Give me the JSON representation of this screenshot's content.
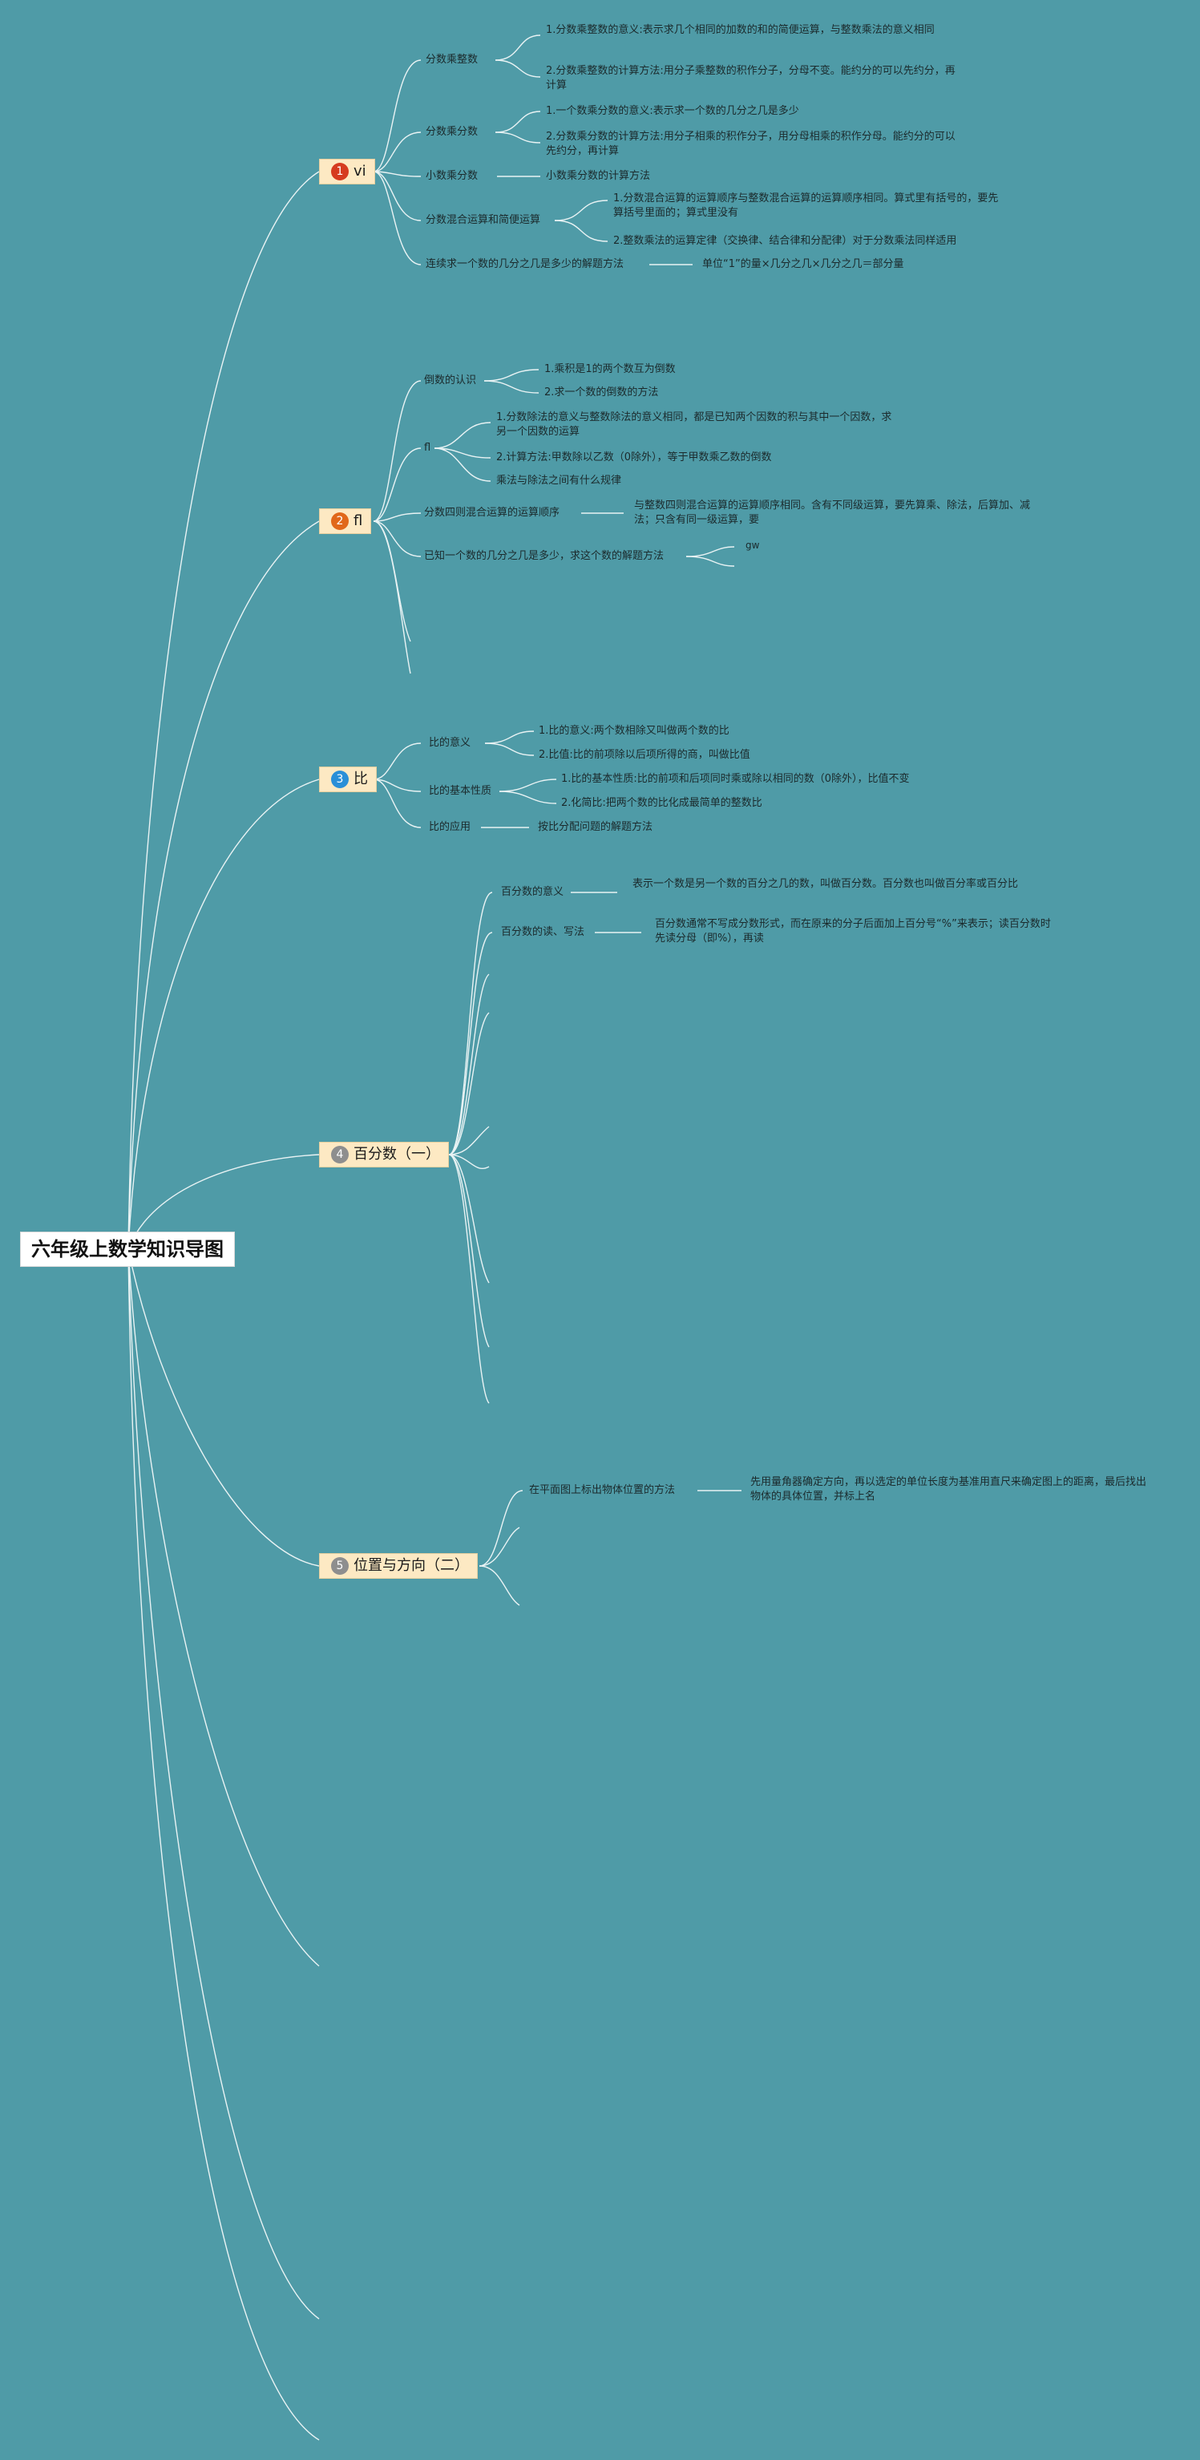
{
  "root": "六年级上数学知识导图",
  "categories": [
    {
      "num": "1",
      "label": "vi",
      "color": "#d63b1f",
      "topics": [
        {
          "label": "分数乘整数",
          "items": [
            "1.分数乘整数的意义:表示求几个相同的加数的和的简便运算，与整数乘法的意义相同",
            "2.分数乘整数的计算方法:用分子乘整数的积作分子，分母不变。能约分的可以先约分，再计算"
          ]
        },
        {
          "label": "分数乘分数",
          "items": [
            "1.一个数乘分数的意义:表示求一个数的几分之几是多少",
            "2.分数乘分数的计算方法:用分子相乘的积作分子，用分母相乘的积作分母。能约分的可以先约分，再计算"
          ]
        },
        {
          "label": "小数乘分数",
          "items": [
            "小数乘分数的计算方法"
          ]
        },
        {
          "label": "分数混合运算和简便运算",
          "items": [
            "1.分数混合运算的运算顺序与整数混合运算的运算顺序相同。算式里有括号的，要先算括号里面的；算式里没有",
            "2.整数乘法的运算定律（交换律、结合律和分配律）对于分数乘法同样适用"
          ]
        },
        {
          "label": "连续求一个数的几分之几是多少的解题方法",
          "items": [
            "单位“1”的量×几分之几×几分之几＝部分量"
          ]
        }
      ]
    },
    {
      "num": "2",
      "label": "fl",
      "color": "#e1681a",
      "topics": [
        {
          "label": "倒数的认识",
          "items": [
            "1.乘积是1的两个数互为倒数",
            "2.求一个数的倒数的方法"
          ]
        },
        {
          "label": "fl",
          "items": [
            "1.分数除法的意义与整数除法的意义相同，都是已知两个因数的积与其中一个因数，求另一个因数的运算",
            "2.计算方法:甲数除以乙数（0除外），等于甲数乘乙数的倒数",
            "乘法与除法之间有什么规律"
          ]
        },
        {
          "label": "分数四则混合运算的运算顺序",
          "items": [
            "与整数四则混合运算的运算顺序相同。含有不同级运算，要先算乘、除法，后算加、减法；只含有同一级运算，要"
          ]
        },
        {
          "label": "已知一个数的几分之几是多少，求这个数的解题方法",
          "items": [
            "gw"
          ]
        }
      ]
    },
    {
      "num": "3",
      "label": "比",
      "color": "#2a8fd8",
      "topics": [
        {
          "label": "比的意义",
          "items": [
            "1.比的意义:两个数相除又叫做两个数的比",
            "2.比值:比的前项除以后项所得的商，叫做比值"
          ]
        },
        {
          "label": "比的基本性质",
          "items": [
            "1.比的基本性质:比的前项和后项同时乘或除以相同的数（0除外），比值不变",
            "2.化简比:把两个数的比化成最简单的整数比"
          ]
        },
        {
          "label": "比的应用",
          "items": [
            "按比分配问题的解题方法"
          ]
        }
      ]
    },
    {
      "num": "4",
      "label": "百分数（一）",
      "color": "#8e8e8e",
      "topics": [
        {
          "label": "百分数的意义",
          "items": [
            "表示一个数是另一个数的百分之几的数，叫做百分数。百分数也叫做百分率或百分比"
          ]
        },
        {
          "label": "百分数的读、写法",
          "items": [
            "百分数通常不写成分数形式，而在原来的分子后面加上百分号“%”来表示；读百分数时先读分母（即%），再读"
          ]
        }
      ]
    },
    {
      "num": "5",
      "label": "位置与方向（二）",
      "color": "#8e8e8e",
      "topics": [
        {
          "label": "在平面图上标出物体位置的方法",
          "items": [
            "先用量角器确定方向，再以选定的单位长度为基准用直尺来确定图上的距离，最后找出物体的具体位置，并标上名"
          ]
        }
      ]
    }
  ]
}
